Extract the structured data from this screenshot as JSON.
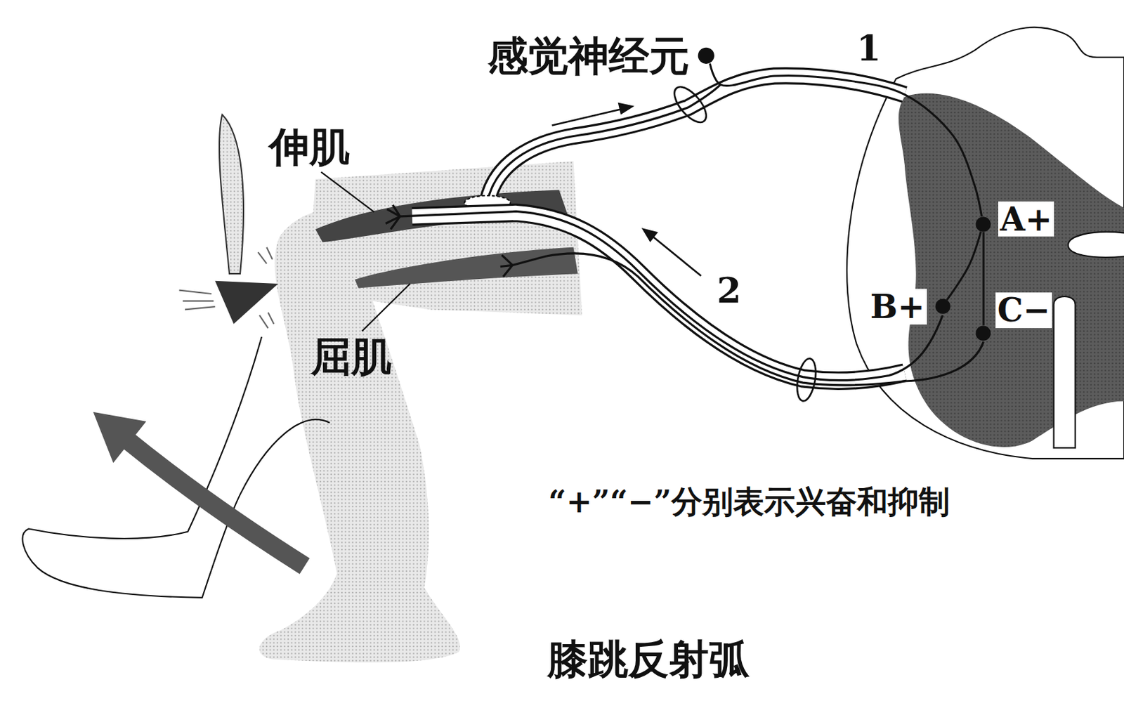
{
  "diagram": {
    "caption": "膝跳反射弧",
    "nodes": [
      {
        "text": [
          "感觉神经元"
        ]
      },
      {
        "text": [
          "A+"
        ]
      },
      {
        "text": [
          "B+"
        ]
      },
      {
        "text": [
          "C−"
        ]
      }
    ],
    "edges": [
      {
        "from": 0,
        "to": 1,
        "arrow": "none"
      },
      {
        "from": 1,
        "to": 2,
        "arrow": "none"
      },
      {
        "from": 1,
        "to": 3,
        "arrow": "none"
      }
    ],
    "labels": [
      "1",
      "伸肌",
      "2",
      "屈肌",
      "“+”“−”分别表示兴奋和抑制"
    ]
  }
}
